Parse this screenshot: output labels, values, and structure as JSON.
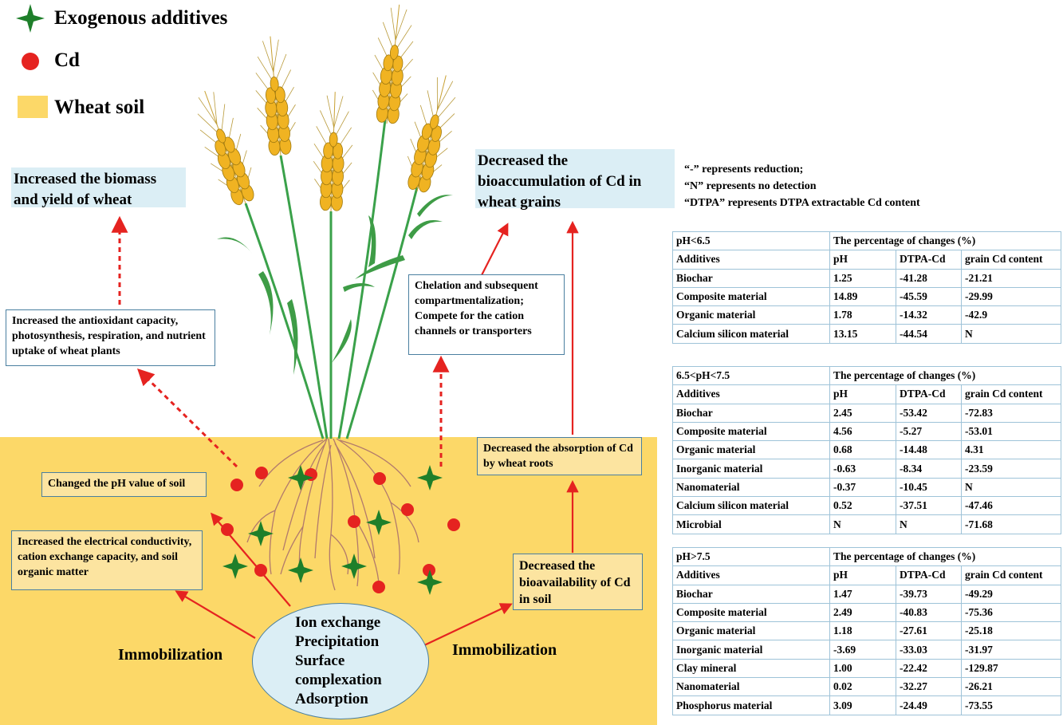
{
  "legend": [
    {
      "label": "Exogenous additives",
      "icon": "green-star-icon",
      "color": "#1e7f2a"
    },
    {
      "label": "Cd",
      "icon": "red-dot-icon",
      "color": "#e52320"
    },
    {
      "label": "Wheat soil",
      "icon": "soil-swatch-icon",
      "color": "#fcd868"
    }
  ],
  "effects": {
    "biomass": "Increased the biomass and  yield of wheat",
    "bioaccumulation": "Decreased the bioaccumulation of Cd in wheat grains",
    "antioxidant": "Increased the  antioxidant capacity, photosynthesis, respiration, and nutrient uptake of wheat plants",
    "chelation": "Chelation and subsequent compartmentalization; Compete for the cation channels or transporters",
    "absorption": "Decreased the absorption of Cd by wheat roots",
    "ph_soil": "Changed the pH value of soil",
    "conductivity": "Increased the electrical conductivity, cation exchange capacity, and soil organic matter",
    "bioavailability": "Decreased the bioavailability of Cd in soil"
  },
  "mechanisms": [
    "Ion exchange",
    "Precipitation",
    "Surface complexation",
    "Adsorption"
  ],
  "immobilization_label": "Immobilization",
  "notes": [
    "“-” represents reduction;",
    "“N” represents no detection",
    "“DTPA” represents DTPA extractable Cd content"
  ],
  "tables": [
    {
      "condition": "pH<6.5",
      "header": "The percentage of changes (%)",
      "columns": [
        "Additives",
        "pH",
        "DTPA-Cd",
        "grain Cd content"
      ],
      "rows": [
        [
          "Biochar",
          "1.25",
          "-41.28",
          "-21.21"
        ],
        [
          "Composite material",
          "14.89",
          "-45.59",
          "-29.99"
        ],
        [
          "Organic material",
          "1.78",
          "-14.32",
          "-42.9"
        ],
        [
          "Calcium silicon material",
          "13.15",
          "-44.54",
          "N"
        ]
      ]
    },
    {
      "condition": "6.5<pH<7.5",
      "header": "The percentage of changes (%)",
      "columns": [
        "Additives",
        "pH",
        "DTPA-Cd",
        "grain Cd content"
      ],
      "rows": [
        [
          "Biochar",
          "2.45",
          "-53.42",
          "-72.83"
        ],
        [
          "Composite material",
          "4.56",
          "-5.27",
          "-53.01"
        ],
        [
          "Organic material",
          "0.68",
          "-14.48",
          "4.31"
        ],
        [
          "Inorganic material",
          "-0.63",
          "-8.34",
          "-23.59"
        ],
        [
          "Nanomaterial",
          "-0.37",
          "-10.45",
          "N"
        ],
        [
          "Calcium silicon material",
          "0.52",
          "-37.51",
          "-47.46"
        ],
        [
          "Microbial",
          "N",
          "N",
          "-71.68"
        ]
      ]
    },
    {
      "condition": "pH>7.5",
      "header": "The percentage of changes (%)",
      "columns": [
        "Additives",
        "pH",
        "DTPA-Cd",
        "grain Cd content"
      ],
      "rows": [
        [
          "Biochar",
          "1.47",
          "-39.73",
          "-49.29"
        ],
        [
          "Composite material",
          "2.49",
          "-40.83",
          "-75.36"
        ],
        [
          "Organic material",
          "1.18",
          "-27.61",
          "-25.18"
        ],
        [
          "Inorganic material",
          "-3.69",
          "-33.03",
          "-31.97"
        ],
        [
          "Clay mineral",
          "1.00",
          "-22.42",
          "-129.87"
        ],
        [
          "Nanomaterial",
          "0.02",
          "-32.27",
          "-26.21"
        ],
        [
          "Phosphorus material",
          "3.09",
          "-24.49",
          "-73.55"
        ]
      ]
    }
  ]
}
